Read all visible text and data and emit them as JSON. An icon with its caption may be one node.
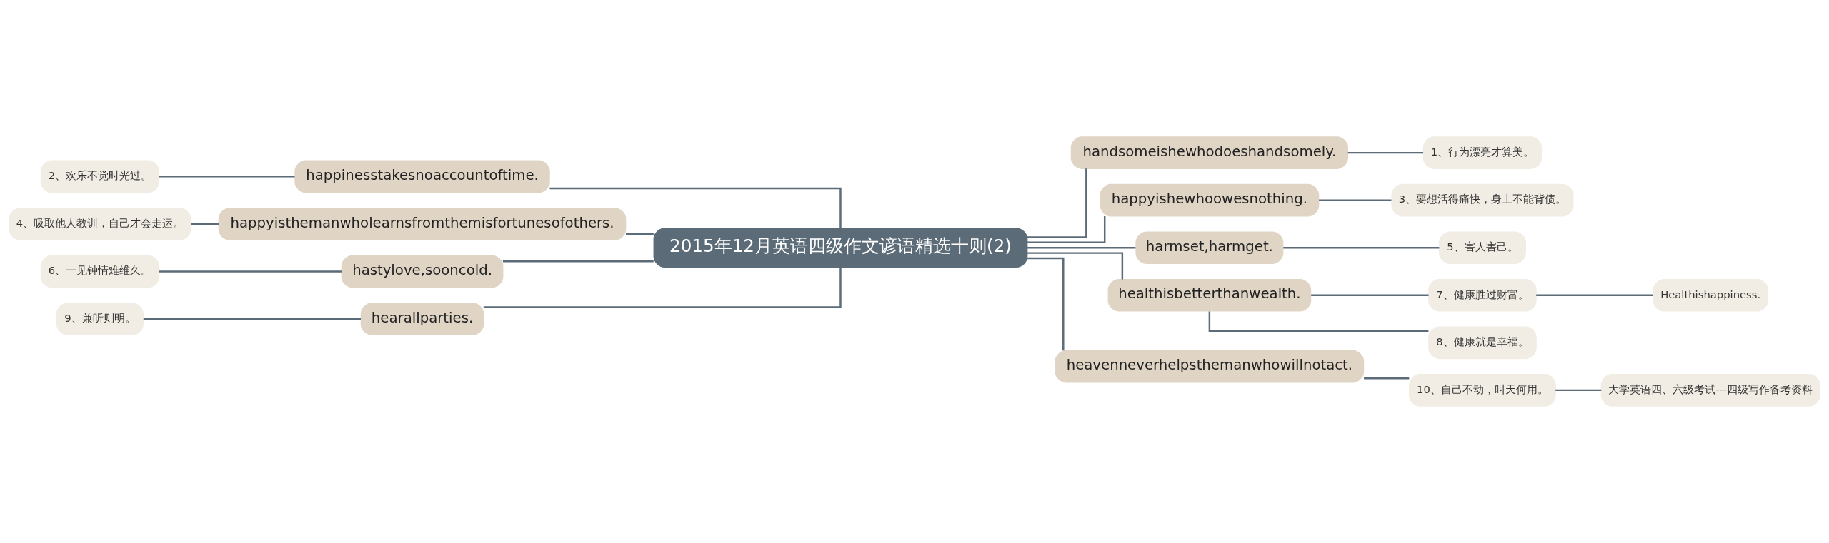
{
  "diagram": {
    "nodes": [
      {
        "text": [
          "2015年12月英语四级作文谚语精选十则(2)"
        ]
      },
      {
        "text": [
          "handsomeishewhodoeshandsomely."
        ]
      },
      {
        "text": [
          "1、行为漂亮才算美。"
        ]
      },
      {
        "text": [
          "happyishewhoowesnothing."
        ]
      },
      {
        "text": [
          "3、要想活得痛快，身上不能背债。"
        ]
      },
      {
        "text": [
          "harmset,harmget."
        ]
      },
      {
        "text": [
          "5、害人害己。"
        ]
      },
      {
        "text": [
          "healthisbetterthanwealth."
        ]
      },
      {
        "text": [
          "7、健康胜过财富。"
        ]
      },
      {
        "text": [
          "Healthishappiness."
        ]
      },
      {
        "text": [
          "8、健康就是幸福。"
        ]
      },
      {
        "text": [
          "heavenneverhelpsthemanwhowillnotact."
        ]
      },
      {
        "text": [
          "10、自己不动，叫天何用。"
        ]
      },
      {
        "text": [
          "大学英语四、六级考试---四级写作备考资料"
        ]
      },
      {
        "text": [
          "happinesstakesnoaccountoftime."
        ]
      },
      {
        "text": [
          "2、欢乐不觉时光过。"
        ]
      },
      {
        "text": [
          "happyisthemanwholearnsfromthemisfortunesofothers."
        ]
      },
      {
        "text": [
          "4、吸取他人教训，自己才会走运。"
        ]
      },
      {
        "text": [
          "hastylove,sooncold."
        ]
      },
      {
        "text": [
          "6、一见钟情难维久。"
        ]
      },
      {
        "text": [
          "hearallparties."
        ]
      },
      {
        "text": [
          "9、兼听则明。"
        ]
      }
    ],
    "edges": [
      {
        "from": 0,
        "to": 1,
        "arrow": "none"
      },
      {
        "from": 1,
        "to": 2,
        "arrow": "none"
      },
      {
        "from": 0,
        "to": 3,
        "arrow": "none"
      },
      {
        "from": 3,
        "to": 4,
        "arrow": "none"
      },
      {
        "from": 0,
        "to": 5,
        "arrow": "none"
      },
      {
        "from": 5,
        "to": 6,
        "arrow": "none"
      },
      {
        "from": 0,
        "to": 7,
        "arrow": "none"
      },
      {
        "from": 7,
        "to": 8,
        "arrow": "none"
      },
      {
        "from": 8,
        "to": 9,
        "arrow": "none"
      },
      {
        "from": 7,
        "to": 10,
        "arrow": "none"
      },
      {
        "from": 0,
        "to": 11,
        "arrow": "none"
      },
      {
        "from": 11,
        "to": 12,
        "arrow": "none"
      },
      {
        "from": 12,
        "to": 13,
        "arrow": "none"
      },
      {
        "from": 0,
        "to": 14,
        "arrow": "none"
      },
      {
        "from": 14,
        "to": 15,
        "arrow": "none"
      },
      {
        "from": 0,
        "to": 16,
        "arrow": "none"
      },
      {
        "from": 16,
        "to": 17,
        "arrow": "none"
      },
      {
        "from": 0,
        "to": 18,
        "arrow": "none"
      },
      {
        "from": 18,
        "to": 19,
        "arrow": "none"
      },
      {
        "from": 0,
        "to": 20,
        "arrow": "none"
      },
      {
        "from": 20,
        "to": 21,
        "arrow": "none"
      }
    ]
  }
}
